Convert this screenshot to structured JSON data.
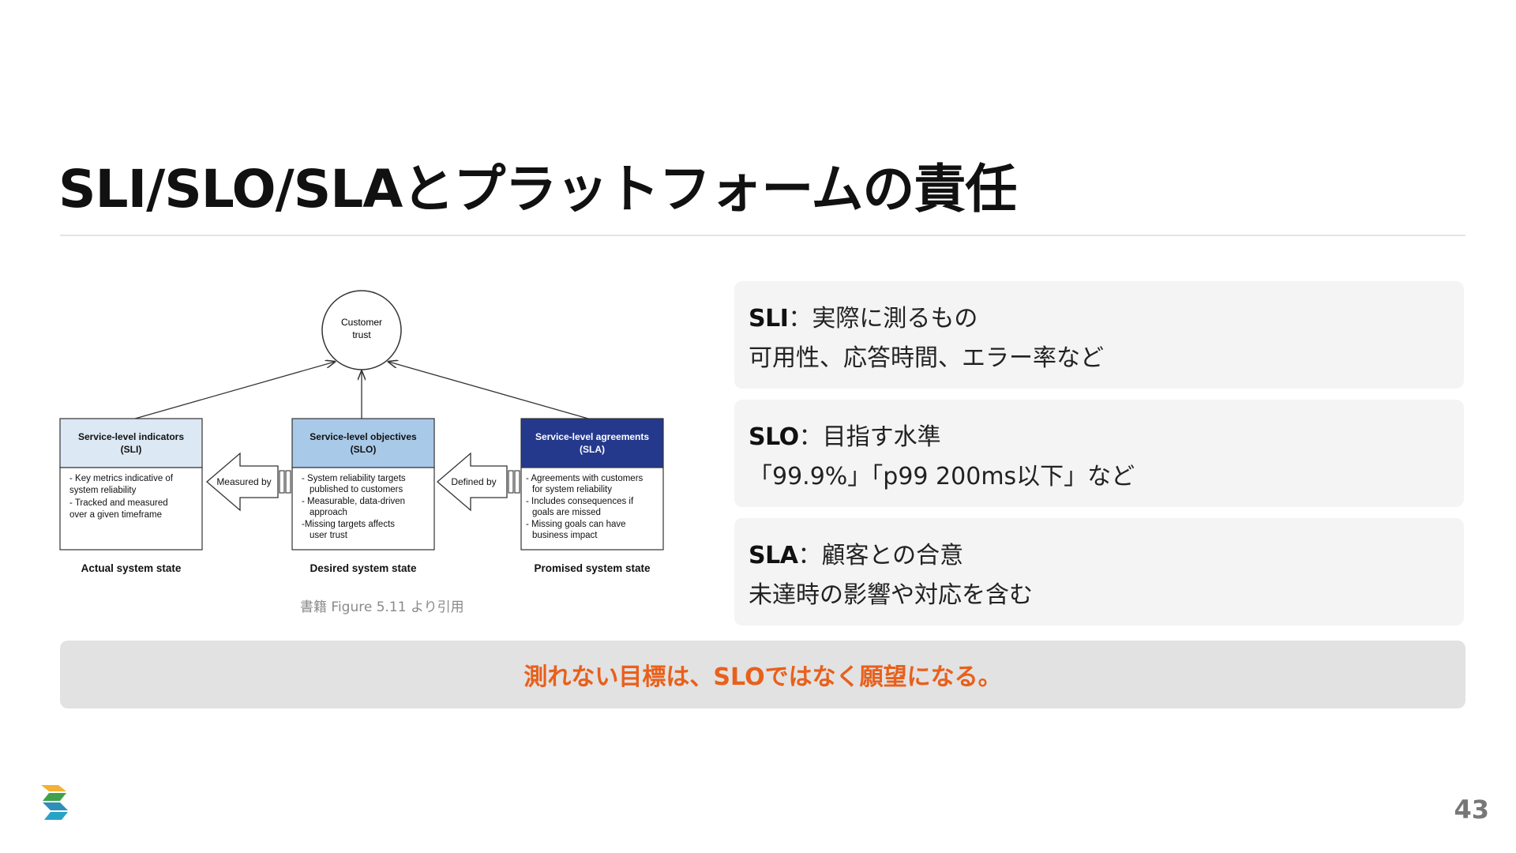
{
  "title": "SLI/SLO/SLAとプラットフォームの責任",
  "diagram": {
    "customer_trust": [
      "Customer",
      "trust"
    ],
    "boxes": [
      {
        "header": [
          "Service-level indicators",
          "(SLI)"
        ],
        "body": [
          "- Key metrics indicative of",
          "system reliability",
          "- Tracked and measured",
          "over a given timeframe"
        ],
        "footer": "Actual system state"
      },
      {
        "header": [
          "Service-level objectives",
          "(SLO)"
        ],
        "body": [
          "- System reliability targets",
          "published to customers",
          "- Measurable, data-driven",
          "approach",
          "-Missing targets affects",
          "user trust"
        ],
        "footer": "Desired system state"
      },
      {
        "header": [
          "Service-level agreements",
          "(SLA)"
        ],
        "body": [
          "- Agreements with customers",
          "for system reliability",
          "- Includes consequences if",
          "goals are missed",
          "- Missing goals can have",
          "business impact"
        ],
        "footer": "Promised system state"
      }
    ],
    "arrow_labels": [
      "Measured by",
      "Defined by"
    ],
    "colors": {
      "sli_header": "#dde8f5",
      "slo_header": "#a9c9e8",
      "sla_header": "#24398c",
      "arrow": "#333333"
    }
  },
  "caption": "書籍 Figure 5.11 より引用",
  "cards": [
    {
      "term": "SLI",
      "definition": "：実際に測るもの",
      "example": "可用性、応答時間、エラー率など"
    },
    {
      "term": "SLO",
      "definition": "：目指す水準",
      "example": "「99.9%」「p99 200ms以下」など"
    },
    {
      "term": "SLA",
      "definition": "：顧客との合意",
      "example": "未達時の影響や対応を含む"
    }
  ],
  "banner": "測れない目標は、SLOではなく願望になる。",
  "page_number": "43",
  "logo_icon": "brand-logo-icon",
  "colors": {
    "accent": "#e8601c",
    "card_bg": "#f4f4f4",
    "banner_bg": "#e2e2e2"
  }
}
